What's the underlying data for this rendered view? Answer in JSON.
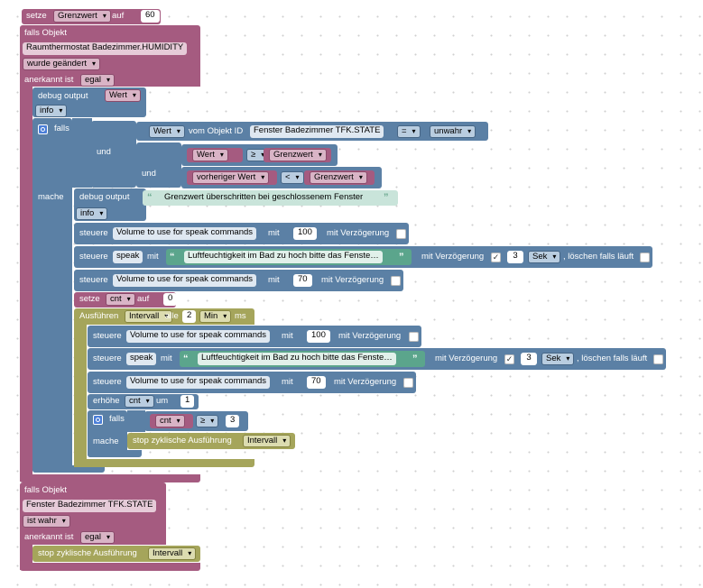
{
  "set_grenzwert": {
    "keyword": "setze",
    "var": "Grenzwert",
    "to": "auf",
    "value": "60"
  },
  "trigger1": {
    "title": "falls Objekt",
    "object": "Raumthermostat Badezimmer.HUMIDITY",
    "condition": "wurde geändert",
    "ack_label": "anerkannt ist",
    "ack_value": "egal"
  },
  "debug1": {
    "label": "debug output",
    "value": "Wert",
    "level": "info"
  },
  "if1": {
    "falls": "falls",
    "und1": "und",
    "und2": "und",
    "mache": "mache",
    "cond_a": {
      "prop": "Wert",
      "from": "vom Objekt ID",
      "object": "Fenster Badezimmer TFK.STATE",
      "op": "=",
      "value": "unwahr"
    },
    "cond_b": {
      "left": "Wert",
      "op": "≥",
      "right": "Grenzwert"
    },
    "cond_c": {
      "left": "vorheriger Wert",
      "op": "<",
      "right": "Grenzwert"
    }
  },
  "debug2": {
    "label": "debug output",
    "text": "Grenzwert überschritten bei geschlossenem Fenster",
    "level": "info"
  },
  "steuere": "steuere",
  "mit": "mit",
  "mit_verz": "mit Verzögerung",
  "speak_text": "Luftfeuchtigkeit im Bad zu hoch bitte das Fenste…",
  "volume_obj": "Volume to use for speak commands",
  "speak_obj": "speak",
  "vol_high": "100",
  "vol_low": "70",
  "delay_value": "3",
  "delay_unit": "Sek",
  "loeschen": ", löschen falls läuft",
  "check_mark": "✓",
  "set_cnt": {
    "keyword": "setze",
    "var": "cnt",
    "to": "auf",
    "value": "0"
  },
  "interval": {
    "label": "Ausführen",
    "name": "Intervall",
    "every": "alle",
    "value": "2",
    "unit": "Min",
    "ms": "ms"
  },
  "increment": {
    "label": "erhöhe",
    "var": "cnt",
    "um": "um",
    "value": "1"
  },
  "if2": {
    "falls": "falls",
    "mache": "mache",
    "var": "cnt",
    "op": "≥",
    "value": "3"
  },
  "stop1": {
    "label": "stop zyklische Ausführung",
    "name": "Intervall"
  },
  "trigger2": {
    "title": "falls Objekt",
    "object": "Fenster Badezimmer TFK.STATE",
    "condition": "ist wahr",
    "ack_label": "anerkannt ist",
    "ack_value": "egal"
  },
  "stop2": {
    "label": "stop zyklische Ausführung",
    "name": "Intervall"
  }
}
